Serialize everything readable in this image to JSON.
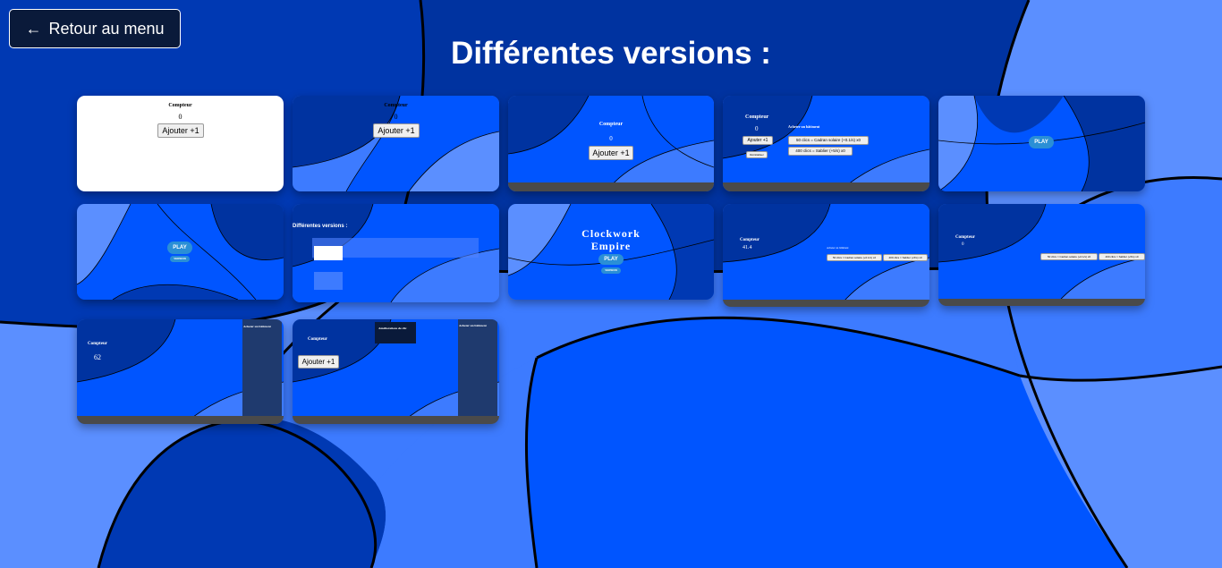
{
  "nav": {
    "back_label": "Retour au menu",
    "back_icon": "left-arrow-icon"
  },
  "page": {
    "title": "Différentes versions :"
  },
  "thumbs": {
    "v1": {
      "title": "Compteur",
      "count": "0",
      "button": "Ajouter +1"
    },
    "v2": {
      "title": "Compteur",
      "count": "0",
      "button": "Ajouter +1"
    },
    "v3": {
      "title": "Compteur",
      "count": "0",
      "button": "Ajouter +1"
    },
    "v4": {
      "title": "Compteur",
      "count": "0",
      "button": "Ajouter +1",
      "reset": "Réinitialiser",
      "shop_title": "Acheter un bâtiment",
      "item1": "50 clics = Cadran solaire (+0.1/s) x0",
      "item2": "400 clics = Sablier (+5/s) x0"
    },
    "v5": {
      "play": "PLAY"
    },
    "v6": {
      "play": "PLAY",
      "version": "VERSION"
    },
    "v7": {
      "title": "Différentes versions :"
    },
    "v8": {
      "line1": "Clockwork",
      "line2": "Empire",
      "play": "PLAY",
      "version": "VERSION"
    },
    "v9": {
      "title": "Compteur",
      "count": "41.4",
      "shop_title": "Acheter un bâtiment",
      "item1": "50 clics = Cadran solaire (+0.1/s) x2",
      "item2": "400 clics = Sablier (+5/s) x0"
    },
    "v10": {
      "title": "Compteur",
      "count": "0",
      "item1": "50 clics = Cadran solaire (+0.1/s) x0",
      "item2": "400 clics = Sablier (+5/s) x0"
    },
    "v11": {
      "title": "Compteur",
      "count": "62",
      "shop_title": "Acheter un bâtiment"
    },
    "v12": {
      "title": "Compteur",
      "button": "Ajouter +1",
      "upgrades_title": "Améliorations de clic",
      "shop_title": "Acheter un bâtiment"
    }
  },
  "colors": {
    "page_bg": "#3d7bff",
    "dark_blue": "#0033a0",
    "mid_blue": "#0055ff",
    "light_blue": "#5b8fff",
    "button_bg": "#0a1a3a"
  }
}
